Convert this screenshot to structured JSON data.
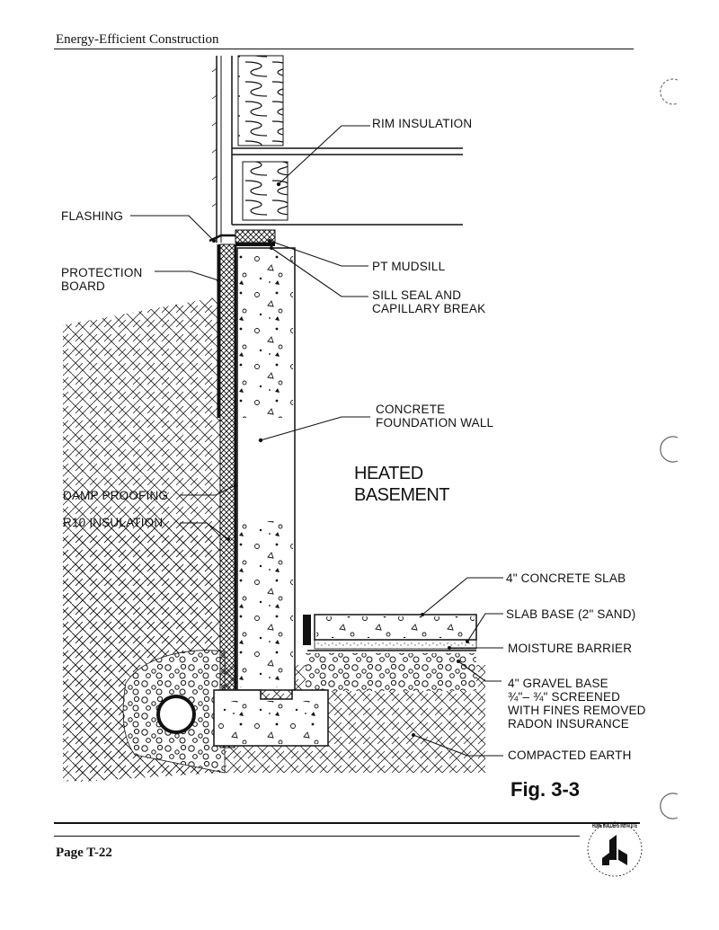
{
  "header": {
    "title": "Energy-Efficient Construction"
  },
  "footer": {
    "page": "Page T-22"
  },
  "figure": {
    "label": "Fig. 3-3"
  },
  "labels": {
    "rim_insulation": "RIM INSULATION",
    "flashing": "FLASHING",
    "protection_board_1": "PROTECTION",
    "protection_board_2": "BOARD",
    "pt_mudsill": "PT MUDSILL",
    "sill_seal_1": "SILL SEAL AND",
    "sill_seal_2": "CAPILLARY BREAK",
    "foundation_wall_1": "CONCRETE",
    "foundation_wall_2": "FOUNDATION WALL",
    "heated_1": "HEATED",
    "heated_2": "BASEMENT",
    "damp_proofing": "DAMP PROOFING",
    "r10_insulation": "R10 INSULATION",
    "concrete_slab": "4\" CONCRETE SLAB",
    "slab_base": "SLAB BASE (2\" SAND)",
    "moisture_barrier": "MOISTURE BARRIER",
    "gravel_1": "4\" GRAVEL BASE",
    "gravel_2": "¾\"– ¾\" SCREENED",
    "gravel_3": "WITH FINES REMOVED",
    "gravel_4": "RADON INSURANCE",
    "compacted_earth": "COMPACTED EARTH"
  },
  "logo": {
    "text": "HOME BUILDERS INSTITUTE"
  }
}
